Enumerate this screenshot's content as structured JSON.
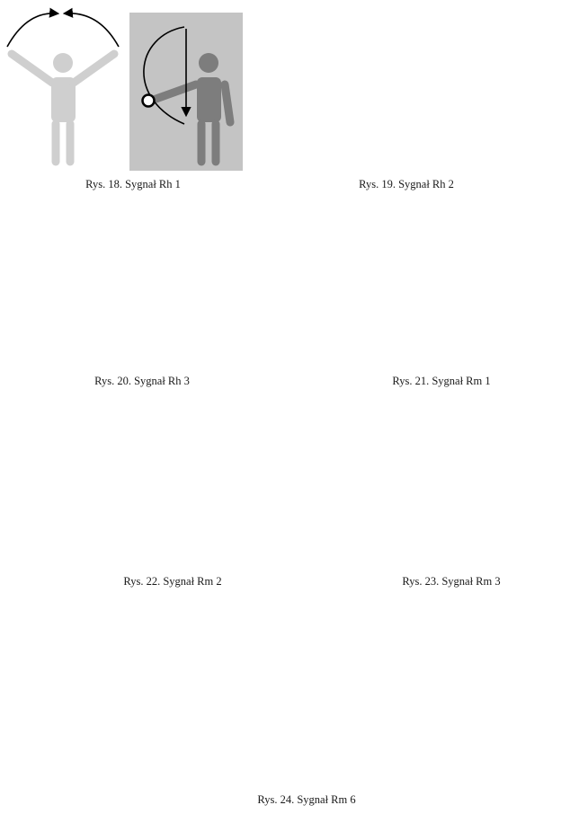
{
  "captions": {
    "fig18": "Rys. 18. Sygnał Rh 1",
    "fig19": "Rys. 19. Sygnał Rh 2",
    "fig20": "Rys. 20. Sygnał Rh 3",
    "fig21": "Rys. 21. Sygnał Rm 1",
    "fig22": "Rys. 22. Sygnał Rm 2",
    "fig23": "Rys. 23. Sygnał Rm 3",
    "fig24": "Rys. 24. Sygnał Rm 6"
  },
  "colors": {
    "figure_light": "#cfcfcf",
    "figure_dark": "#7d7d7d",
    "panel": "#c4c4c4",
    "flag": "#f5e636",
    "arrow": "#000000",
    "lamp": "#ffffff"
  },
  "icons": {
    "person": "person-silhouette-icon",
    "lamp": "signal-lamp-icon",
    "flag": "signal-flag-icon",
    "arrow": "motion-arrow-icon"
  }
}
